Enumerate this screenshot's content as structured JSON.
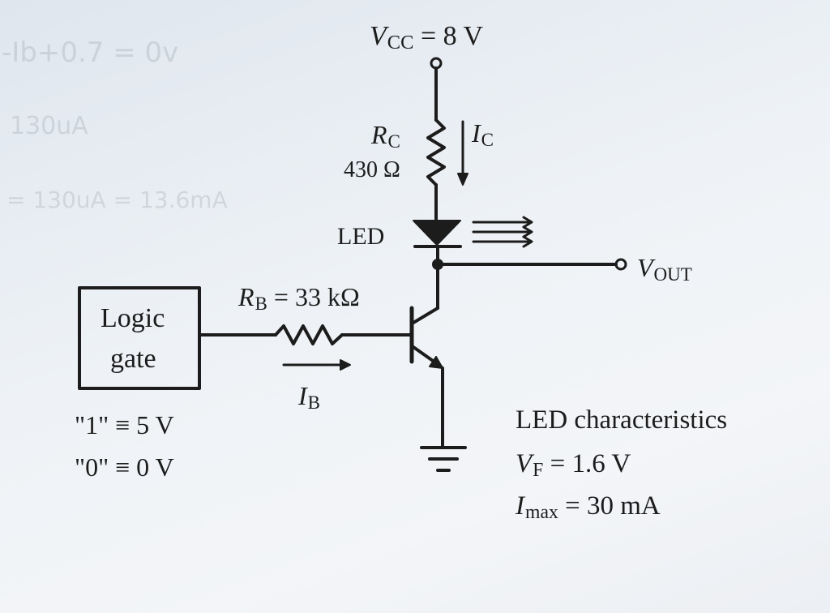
{
  "supply": {
    "symbol": "V",
    "subscript": "CC",
    "equals": "= 8 V"
  },
  "rc": {
    "symbol": "R",
    "subscript": "C",
    "value": "430 Ω"
  },
  "ic": {
    "symbol": "I",
    "subscript": "C"
  },
  "led": {
    "label": "LED"
  },
  "vout": {
    "symbol": "V",
    "subscript": "OUT"
  },
  "rb": {
    "symbol": "R",
    "subscript": "B",
    "equals": "= 33 kΩ"
  },
  "ib": {
    "symbol": "I",
    "subscript": "B"
  },
  "logic_gate": {
    "line1": "Logic",
    "line2": "gate"
  },
  "logic_levels": {
    "high": "\"1\" ≡ 5 V",
    "low": "\"0\" ≡ 0 V"
  },
  "led_characteristics": {
    "title": "LED characteristics",
    "vf_symbol": "V",
    "vf_subscript": "F",
    "vf_value": "= 1.6 V",
    "imax_symbol": "I",
    "imax_subscript": "max",
    "imax_value": "= 30 mA"
  },
  "pencil_notes": [
    "-Ib+0.7 = 0v",
    "130uA",
    "= 130uA = 13.6mA"
  ],
  "colors": {
    "ink": "#1c1c1c",
    "paper": "#eef2f6"
  }
}
